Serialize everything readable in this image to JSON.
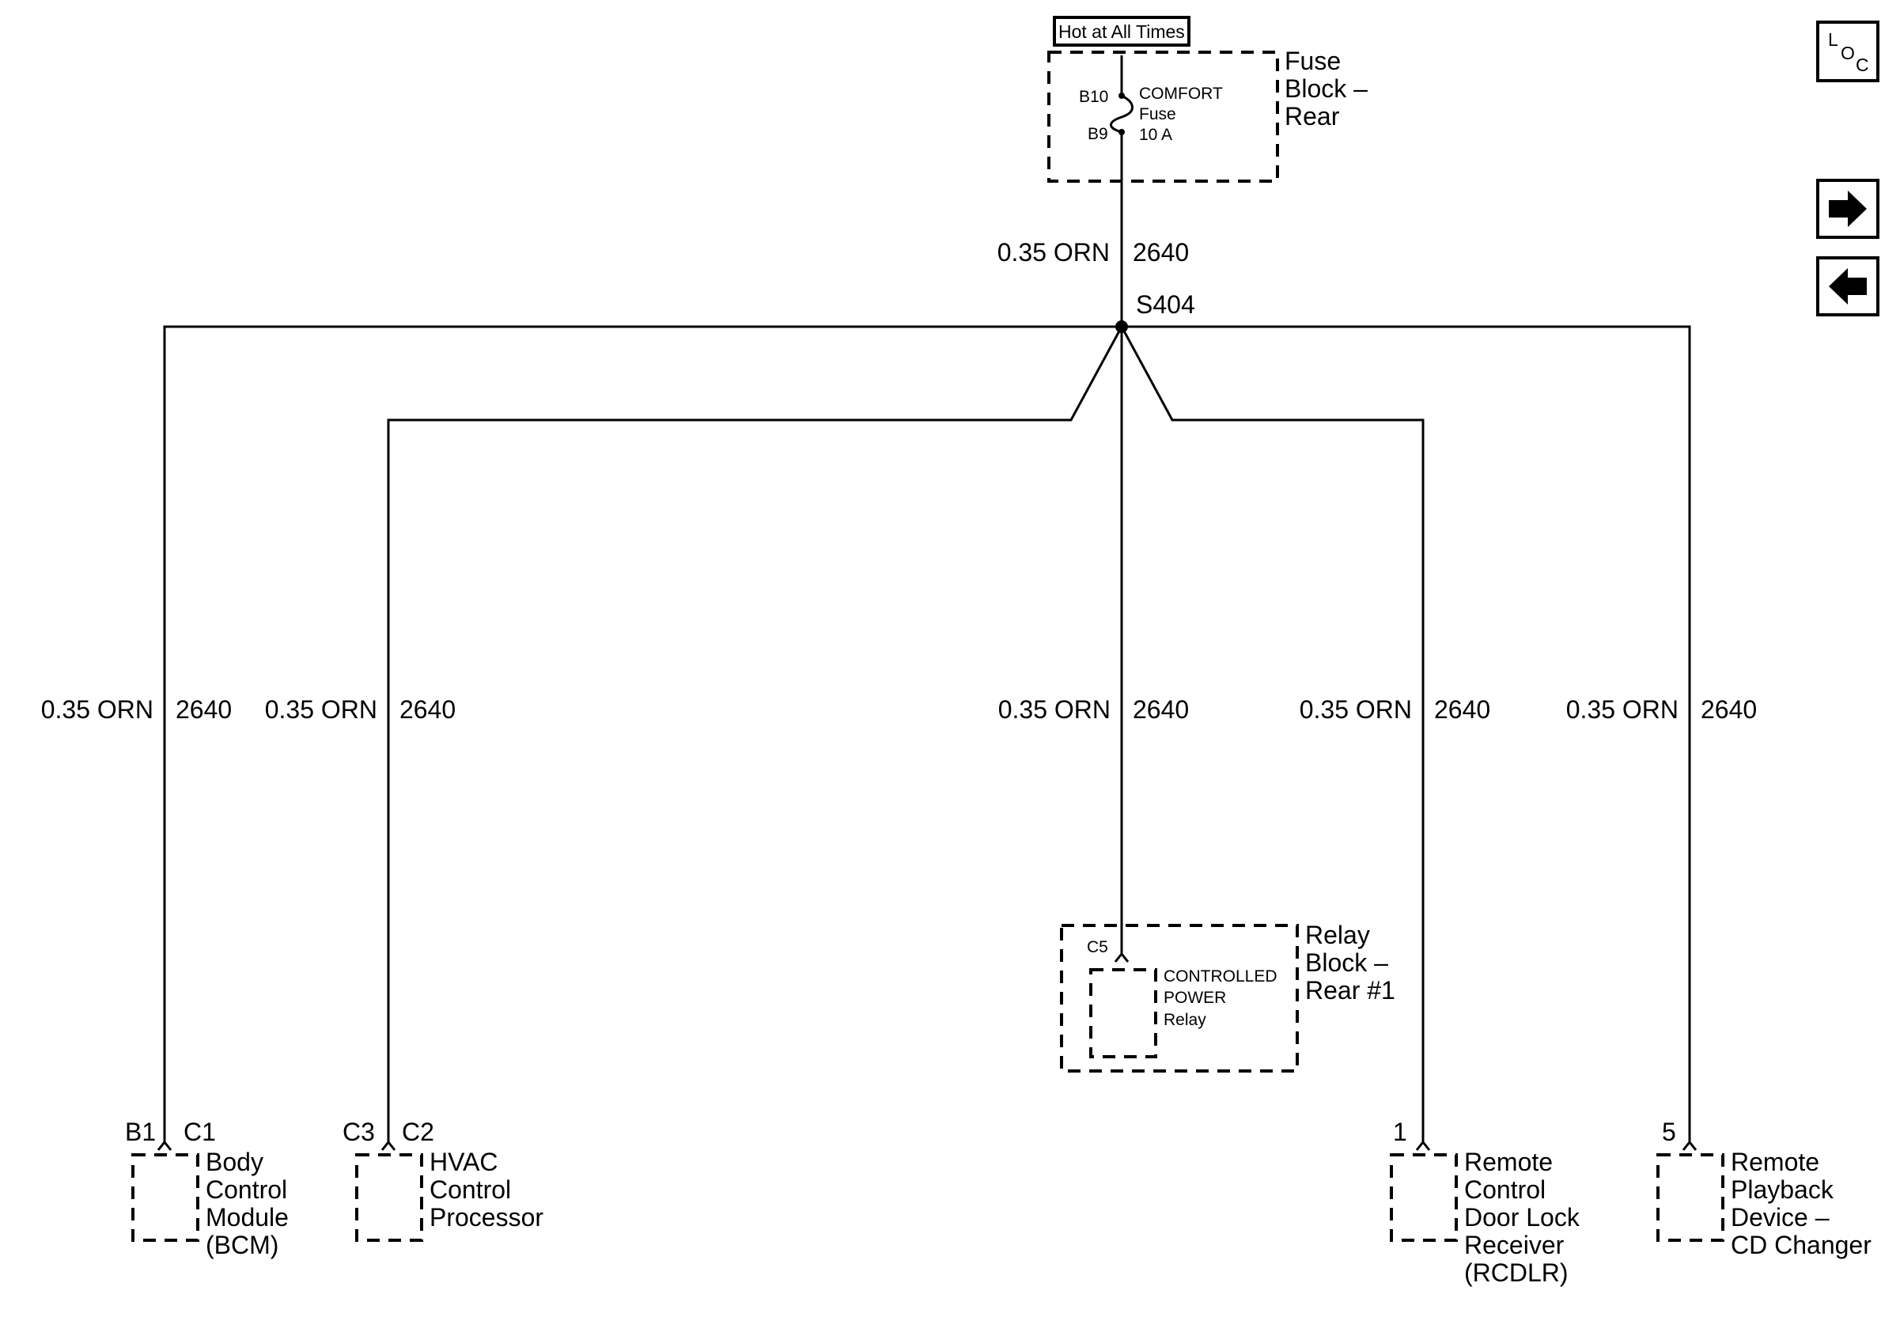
{
  "power_source": {
    "label": "Hot at All Times"
  },
  "fuse_block": {
    "name_line1": "Fuse",
    "name_line2": "Block –",
    "name_line3": "Rear",
    "pin_top": "B10",
    "pin_bottom": "B9",
    "fuse_line1": "COMFORT",
    "fuse_line2": "Fuse",
    "fuse_line3": "10 A"
  },
  "main_wire": {
    "gauge_color": "0.35 ORN",
    "circuit": "2640"
  },
  "splice": {
    "label": "S404"
  },
  "branches": [
    {
      "gauge_color": "0.35 ORN",
      "circuit": "2640"
    },
    {
      "gauge_color": "0.35 ORN",
      "circuit": "2640"
    },
    {
      "gauge_color": "0.35 ORN",
      "circuit": "2640"
    },
    {
      "gauge_color": "0.35 ORN",
      "circuit": "2640"
    },
    {
      "gauge_color": "0.35 ORN",
      "circuit": "2640"
    }
  ],
  "relay_block": {
    "name_line1": "Relay",
    "name_line2": "Block –",
    "name_line3": "Rear #1",
    "pin": "C5",
    "relay_line1": "CONTROLLED",
    "relay_line2": "POWER",
    "relay_line3": "Relay"
  },
  "components": {
    "bcm": {
      "pin": "B1",
      "connector": "C1",
      "line1": "Body",
      "line2": "Control",
      "line3": "Module",
      "line4": "(BCM)"
    },
    "hvac": {
      "pin": "C3",
      "connector": "C2",
      "line1": "HVAC",
      "line2": "Control",
      "line3": "Processor"
    },
    "rcdlr": {
      "pin": "1",
      "line1": "Remote",
      "line2": "Control",
      "line3": "Door Lock",
      "line4": "Receiver",
      "line5": "(RCDLR)"
    },
    "cd": {
      "pin": "5",
      "line1": "Remote",
      "line2": "Playback",
      "line3": "Device –",
      "line4": "CD Changer"
    }
  },
  "nav": {
    "loc_l": "L",
    "loc_o": "O",
    "loc_c": "C",
    "forward_icon": "arrow-right-icon",
    "back_icon": "arrow-left-icon"
  }
}
